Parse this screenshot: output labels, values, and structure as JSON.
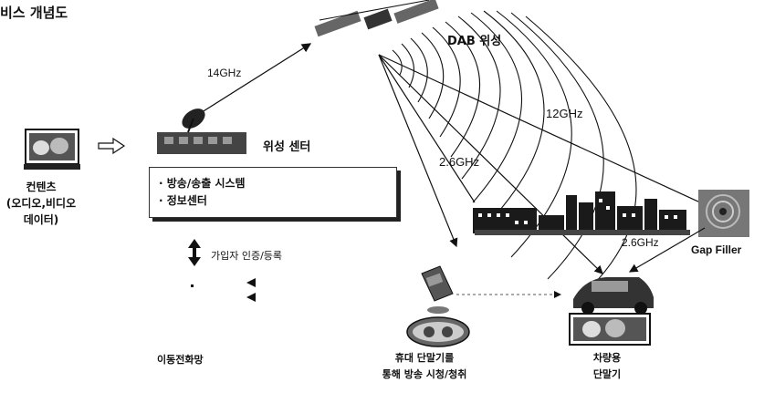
{
  "title": "비스 개념도",
  "satellite": {
    "label": "DAB 위성"
  },
  "frequencies": {
    "uplink": "14GHz",
    "broadcast": "12GHz",
    "direct": "2.6GHz",
    "gap_filler": "2.6GHz"
  },
  "satellite_center": {
    "label": "위성 센터"
  },
  "content": {
    "line1": "컨텐츠",
    "line2": "(오디오,비디오",
    "line3": "데이터)"
  },
  "systems": {
    "item1": "· 방송/송출 시스템",
    "item2": "· 정보센터"
  },
  "subscriber": {
    "label": "가입자 인증/등록"
  },
  "mobile_network": {
    "label": "이동전화망"
  },
  "gap_filler": {
    "label": "Gap Filler"
  },
  "handheld": {
    "line1": "휴대 단말기를",
    "line2": "통해 방송 시청/청취"
  },
  "vehicle": {
    "line1": "차량용",
    "line2": "단말기"
  }
}
